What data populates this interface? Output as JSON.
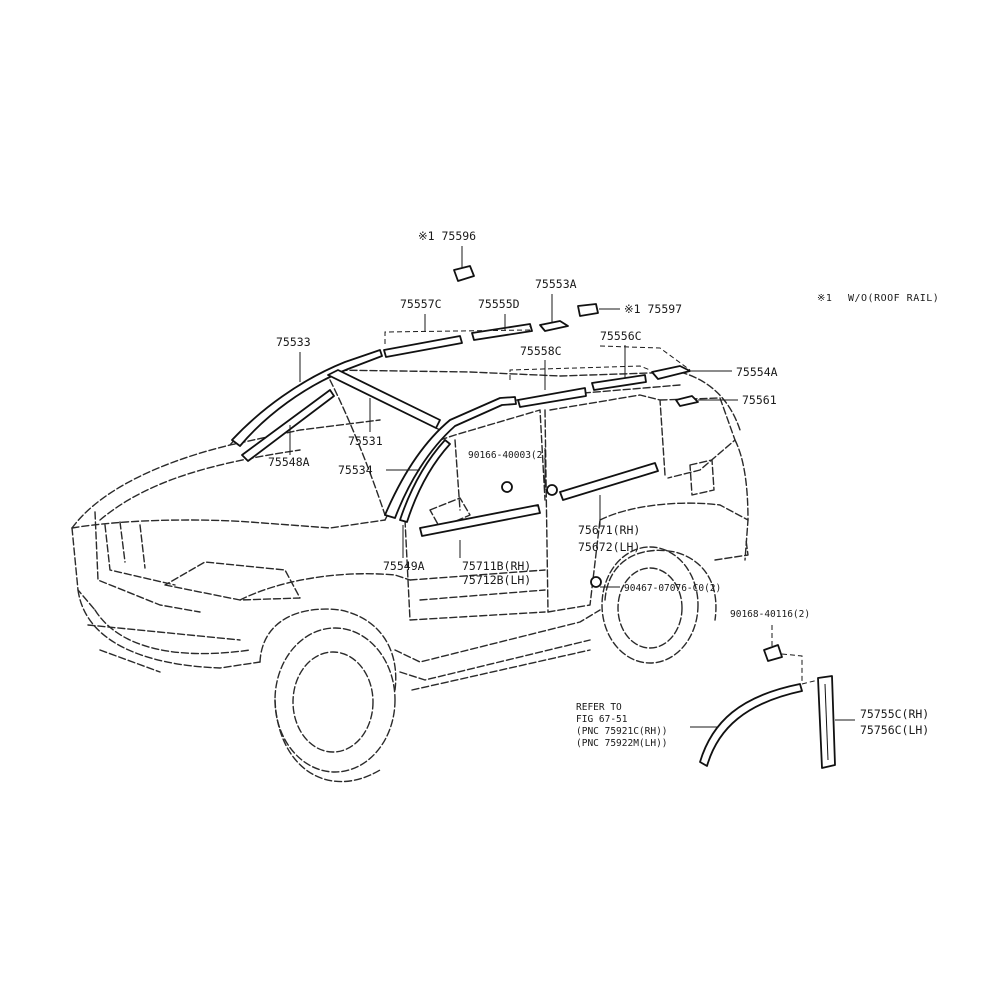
{
  "note": {
    "marker": "※1",
    "text": "W/O(ROOF RAIL)"
  },
  "labels": {
    "p75596": "※1 75596",
    "p75597": "※1 75597",
    "p75553A": "75553A",
    "p75557C": "75557C",
    "p75555D": "75555D",
    "p75556C": "75556C",
    "p75558C": "75558C",
    "p75533": "75533",
    "p75554A": "75554A",
    "p75561": "75561",
    "p75531": "75531",
    "p75548A": "75548A",
    "p75534": "75534",
    "p90166": "90166-40003(2)",
    "p75671": "75671(RH)",
    "p75672": "75672(LH)",
    "p75549A": "75549A",
    "p75711B": "75711B(RH)",
    "p75712B": "75712B(LH)",
    "p90467": "90467-07076-C0(2)",
    "p90168": "90168-40116(2)",
    "p75755C": "75755C(RH)",
    "p75756C": "75756C(LH)"
  },
  "refer": {
    "line1": "REFER TO",
    "line2": "FIG 67-51",
    "line3": "(PNC 75921C(RH))",
    "line4": "(PNC 75922M(LH))"
  }
}
